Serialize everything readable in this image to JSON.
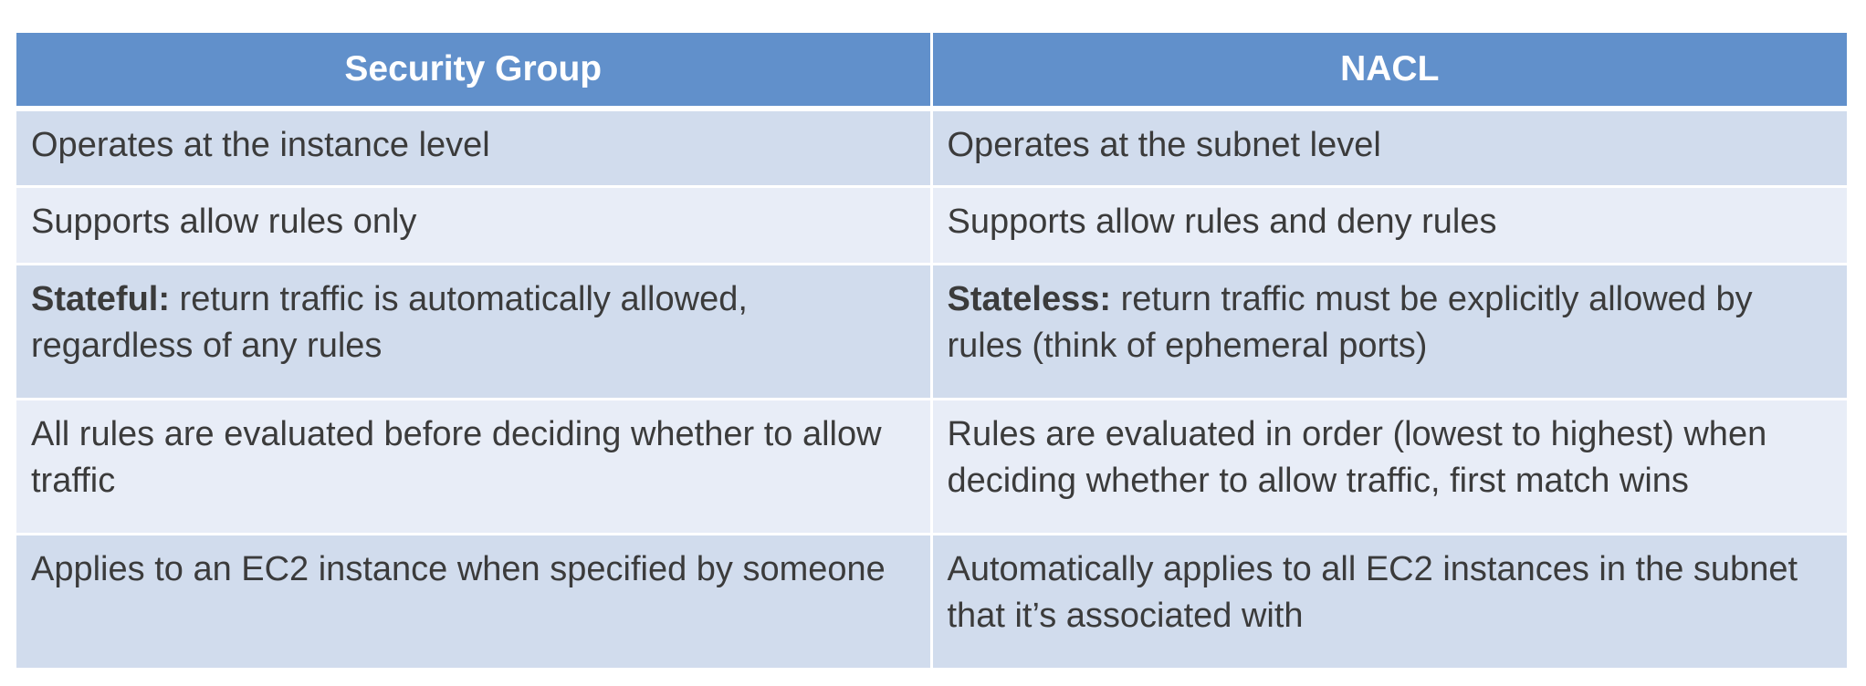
{
  "table": {
    "headers": [
      "Security Group",
      "NACL"
    ],
    "rows": [
      {
        "security_group": {
          "bold": "",
          "text": "Operates at the instance level"
        },
        "nacl": {
          "bold": "",
          "text": "Operates at the subnet level"
        }
      },
      {
        "security_group": {
          "bold": "",
          "text": "Supports allow rules only"
        },
        "nacl": {
          "bold": "",
          "text": "Supports allow rules and deny rules"
        }
      },
      {
        "security_group": {
          "bold": "Stateful:",
          "text": " return traffic is automatically allowed, regardless of any rules"
        },
        "nacl": {
          "bold": "Stateless:",
          "text": " return traffic must be explicitly allowed by rules (think of ephemeral ports)"
        }
      },
      {
        "security_group": {
          "bold": "",
          "text": "All rules are evaluated before deciding whether to allow traffic"
        },
        "nacl": {
          "bold": "",
          "text": "Rules are evaluated in order (lowest to highest) when deciding whether to allow traffic, first match wins"
        }
      },
      {
        "security_group": {
          "bold": "",
          "text": "Applies to an EC2 instance when specified by someone"
        },
        "nacl": {
          "bold": "",
          "text": "Automatically applies to all EC2 instances in the subnet that it’s associated with"
        }
      }
    ]
  },
  "colors": {
    "header_bg": "#6190cb",
    "header_text": "#ffffff",
    "row_odd_bg": "#d1dced",
    "row_even_bg": "#e8edf7",
    "body_text": "#3b3b3b"
  }
}
